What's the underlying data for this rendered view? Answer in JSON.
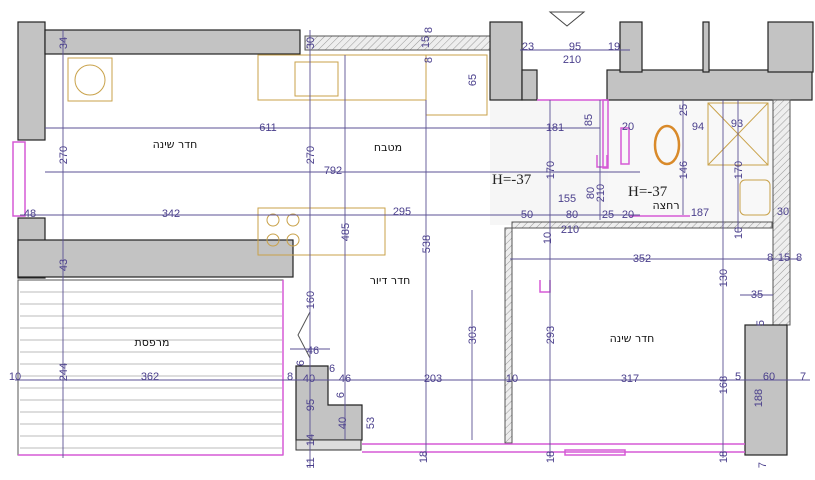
{
  "rooms": {
    "bedroom_1": "חדר שינה",
    "kitchen": "מטבח",
    "living_room": "חדר דיור",
    "balcony": "מרפסת",
    "bedroom_2": "חדר שינה",
    "bathroom": "רחצה"
  },
  "level_marks": [
    "H=-37",
    "H=-37"
  ],
  "dimensions": [
    "34",
    "30",
    "15",
    "8",
    "8",
    "23",
    "95",
    "19",
    "210",
    "65",
    "611",
    "792",
    "342",
    "295",
    "181",
    "94",
    "93",
    "20",
    "25",
    "85",
    "146",
    "170",
    "170",
    "270",
    "270",
    "155",
    "50",
    "80",
    "25",
    "20",
    "210",
    "80",
    "210",
    "187",
    "30",
    "48",
    "485",
    "538",
    "43",
    "10",
    "10",
    "352",
    "8",
    "15",
    "8",
    "130",
    "35",
    "160",
    "46",
    "6",
    "6",
    "40",
    "46",
    "5",
    "362",
    "10",
    "8",
    "203",
    "10",
    "317",
    "5",
    "60",
    "7",
    "244",
    "303",
    "293",
    "168",
    "188",
    "95",
    "6",
    "40",
    "53",
    "14",
    "11",
    "18",
    "18",
    "18",
    "7"
  ],
  "colors": {
    "dimension": "#4a3f8c",
    "wall": "#c3c3c3",
    "window": "#d65ad6",
    "fixture": "#c9a24a"
  }
}
